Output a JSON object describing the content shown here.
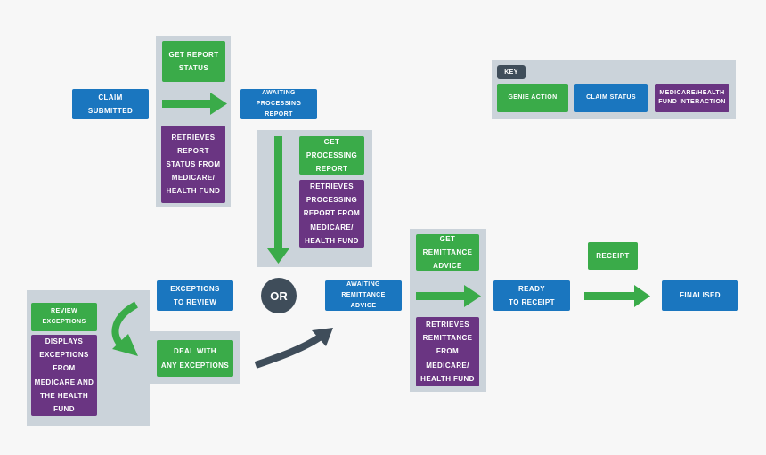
{
  "colors": {
    "genie_action": "#3aab49",
    "claim_status": "#1a76bf",
    "medicare_interaction": "#6a3582",
    "connector": "#3f4d5a",
    "panel": "#cbd3da"
  },
  "nodes": {
    "claim_submitted": "CLAIM\nSUBMITTED",
    "get_report_status": "GET REPORT\nSTATUS",
    "retrieves_report_status": "RETRIEVES\nREPORT\nSTATUS FROM\nMEDICARE/\nHEALTH FUND",
    "awaiting_processing_report": "AWAITING\nPROCESSING\nREPORT",
    "get_processing_report": "GET\nPROCESSING\nREPORT",
    "retrieves_processing_report": "RETRIEVES\nPROCESSING\nREPORT FROM\nMEDICARE/\nHEALTH FUND",
    "exceptions_to_review": "EXCEPTIONS\nTO REVIEW",
    "or_label": "OR",
    "review_exceptions": "REVIEW\nEXCEPTIONS",
    "displays_exceptions": "DISPLAYS\nEXCEPTIONS\nFROM\nMEDICARE AND\nTHE HEALTH\nFUND",
    "deal_with_exceptions": "DEAL WITH\nANY EXCEPTIONS",
    "awaiting_remittance_advice": "AWAITING\nREMITTANCE\nADVICE",
    "get_remittance_advice": "GET\nREMITTANCE\nADVICE",
    "retrieves_remittance": "RETRIEVES\nREMITTANCE\nFROM\nMEDICARE/\nHEALTH FUND",
    "ready_to_receipt": "READY\nTO RECEIPT",
    "receipt": "RECEIPT",
    "finalised": "FINALISED"
  },
  "key": {
    "title": "KEY",
    "genie_action": "GENIE ACTION",
    "claim_status": "CLAIM STATUS",
    "medicare_interaction": "MEDICARE/HEALTH\nFUND INTERACTION"
  }
}
